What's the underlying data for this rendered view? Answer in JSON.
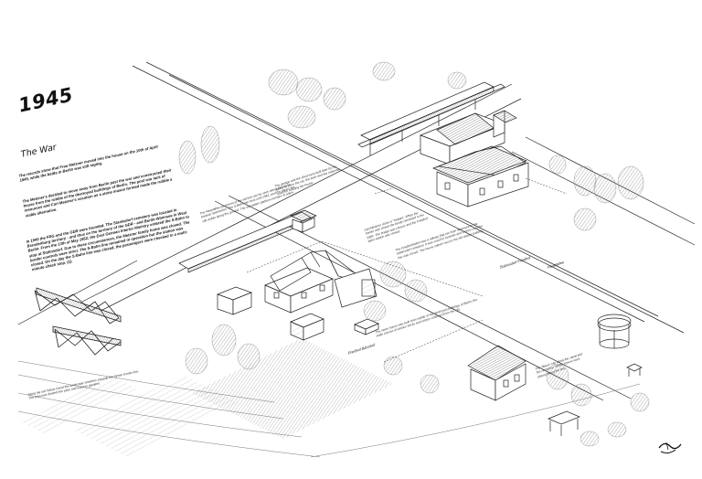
{
  "header": {
    "year": "1945",
    "subtitle": "The War"
  },
  "story": {
    "paragraphs": [
      "The records show that Frau Metzner moved into the house on the 10th of April 1945, while the battle in Berlin was still raging.",
      "The Metzner's decided to move away from Berlin past the war and constructed their house from the rubble of the destroyed buildings of Berlin. The post war lack of resources and Carl Metzner's vocation as a stone mason formed made the rubble a viable alternative.",
      "In 1949 the FRG and the GDR were founded. The Staaksdorf cemetery was located in Brandenburg territory - and thus on the territory of the GDR - and Berlin-Wannsee in West Berlin. From the 13th of May 1952, the East German Interior Ministry ordered the S-Bahn to stop at Stahnsdorf. Due to these circumstances, the Metzner family home was closed. The border controls were strict. The S-Bahn line remained in operation but the station was closed. On the day the S-Bahn line was closed, the passengers were checked in a multi-minute check stop. (1)."
    ]
  },
  "annotations": {
    "note_1": "The Hauptallee pavement of the old line can be seen along the tracks towards Stahnsdorf. The S-Bahn ran here until 1961, and the traces are still visible along the ground. The old station platform remains in place.",
    "note_2": "Carl Metzner drove a 'Trabant'. When the border was closed the family remained in the GDR. The bridge was closed, and the Friedhof bahn station was closed.",
    "note_3": "The Friedhofsbahn was a railway that ran from Wannsee to the Stahnsdorf cemetery. It was used for funerals and visitors until the line was closed. The house stands next to the old station building.",
    "note_4": "The garage and the shed were built later by the family to store the car, the tools and the materials used for building the house.",
    "note_5": "The stone house was built from rubble of the destroyed buildings of Berlin; the walls consist of various bricks and stones collected from the city.",
    "note_6": "Along the old Teltow Canal the landscape stretches towards the former border line. The area was divided into plots and used as gardens.",
    "note_7": "The 'Mauer' ran along the canal and the cemetery. Watch towers were placed along the line.",
    "label_1": "Stahnsdorf Friedhof",
    "label_2": "Hauptallee",
    "label_3": "Friedhof Bahnhof"
  },
  "logo": {
    "name": "signature-logo"
  }
}
